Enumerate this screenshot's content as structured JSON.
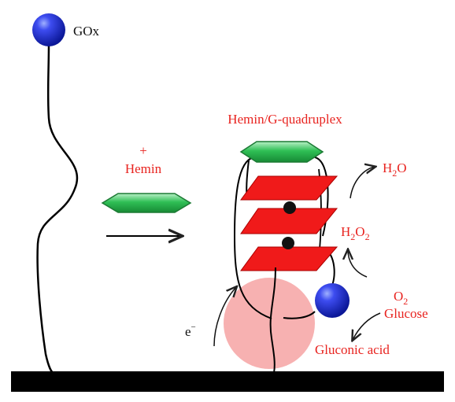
{
  "labels": {
    "gox": "GOx",
    "plus": "+",
    "hemin": "Hemin",
    "complex": "Hemin/G-quadruplex",
    "h2o_main": "H",
    "h2o_sub": "2",
    "h2o_tail": "O",
    "h2o2_main": "H",
    "h2o2_sub1": "2",
    "h2o2_mid": "O",
    "h2o2_sub2": "2",
    "o2_main": "O",
    "o2_sub": "2",
    "glucose": "Glucose",
    "gluconic": "Gluconic acid",
    "electron": "e",
    "electron_sup": "−"
  },
  "colors": {
    "label_red": "#e8231f",
    "gox_blue": "#1f2fd6",
    "hemin_green": "#2bb34d",
    "quadruplex_red": "#f01a1a",
    "electron_zone": "#f6a3a3",
    "electrode": "#000000"
  },
  "icons": [
    "gox-enzyme-sphere",
    "hemin-hexagon",
    "g-quartet-plane",
    "reaction-arrow",
    "electrode-bar"
  ]
}
